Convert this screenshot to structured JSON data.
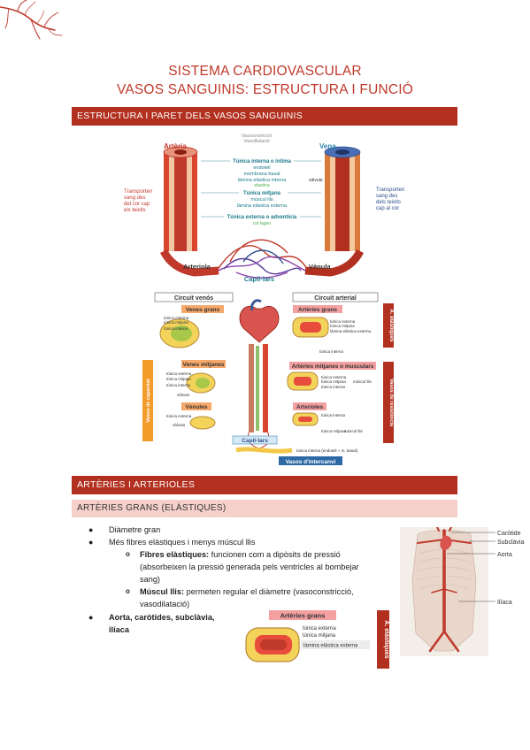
{
  "header": {
    "title": "SISTEMA CARDIOVASCULAR",
    "subtitle": "VASOS SANGUINIS: ESTRUCTURA I FUNCIÓ"
  },
  "section1": {
    "heading": "ESTRUCTURA I PARET DELS VASOS SANGUINIS",
    "diagram": {
      "top_labels": [
        "Vasoconstricció",
        "Vasodilatació"
      ],
      "arteria": "Artèria",
      "vena": "Vena",
      "left_note": [
        "Transporten",
        "sang des",
        "del cor cap",
        "els teixits"
      ],
      "right_note": [
        "Transporten",
        "sang des",
        "dels teixits",
        "cap al cor"
      ],
      "layers": [
        {
          "text": "Túnica interna o íntima",
          "style": "heading"
        },
        {
          "text": "endoteli",
          "style": "sub"
        },
        {
          "text": "membrana basal",
          "style": "sub"
        },
        {
          "text": "làmina elàstica interna",
          "style": "sub"
        },
        {
          "text": "elastina",
          "style": "green"
        },
        {
          "text": "Túnica mitjana",
          "style": "heading"
        },
        {
          "text": "múscul llis",
          "style": "sub"
        },
        {
          "text": "làmina elàstica externa",
          "style": "sub"
        },
        {
          "text": "Túnica externa o adventícia",
          "style": "heading"
        },
        {
          "text": "col·lagen",
          "style": "green"
        }
      ],
      "valvula": "vàlvula",
      "valvula_vein": "Vàlvula",
      "arteriola": "Arteriola",
      "venula": "Vènula",
      "capillars": "Capil·lars"
    },
    "circuit": {
      "venos_title": "Circuit venós",
      "arterial_title": "Circuit arterial",
      "venes_grans": "Venes grans",
      "venes_mitjanes": "Venes mitjanes",
      "venules": "Vènules",
      "arteries_grans": "Artèries grans",
      "arteries_mitjanes": "Artèries mitjanes o musculars",
      "arterioles": "Arterioles",
      "capillars": "Capil·lars",
      "vasos_intercanvi": "Vasos d'intercanvi",
      "vasos_capacitat": "Vasos de capacitat",
      "a_elastiques": "A. elàstiques",
      "vasos_resistencia": "Vasos de resistència",
      "tunica_externa": "túnica externa",
      "tunica_mitjana": "túnica mitjana",
      "tunica_interna": "túnica interna",
      "lamina": "làmina elàstica externa",
      "valvula": "vàlvula",
      "muscul": "múscul llis",
      "capil_note": "túnica interna (endoteli + m. basal)"
    }
  },
  "section2": {
    "heading": "ARTÈRIES I ARTERIOLES",
    "subheading": "ARTÈRIES GRANS (ELÀSTIQUES)",
    "bullets": {
      "b1": "Diàmetre gran",
      "b2": "Més fibres elàstiques i menys múscul llis",
      "s1_bold": "Fibres elàstiques:",
      "s1_line1": " funcionen com a dipòsits de pressió",
      "s1_line2": "(absorbeixen la pressió generada pels ventricles al bombejar",
      "s1_line3": "sang)",
      "s2_bold": "Múscul llis:",
      "s2_line1": " permeten regular el diàmetre (vasoconstricció,",
      "s2_line2": "vasodilatació)",
      "b3_line1": "Aorta, caròtides, subclàvia,",
      "b3_line2": "ilíaca",
      "bullet_char": "●",
      "sub_char": "o"
    },
    "small_figure": {
      "title": "Artèries grans",
      "l1": "túnica externa",
      "l2": "túnica mitjana",
      "l3": "làmina elàstica externa",
      "side": "A. elàstiques"
    },
    "body_figure": {
      "caroitide": "Caròtide",
      "subclavia": "Subclàvia",
      "aorta": "Aorta",
      "iliaca": "Ilíaca"
    }
  },
  "colors": {
    "accent": "#b2301f",
    "light": "#f6d1cb",
    "title": "#c0392b"
  }
}
